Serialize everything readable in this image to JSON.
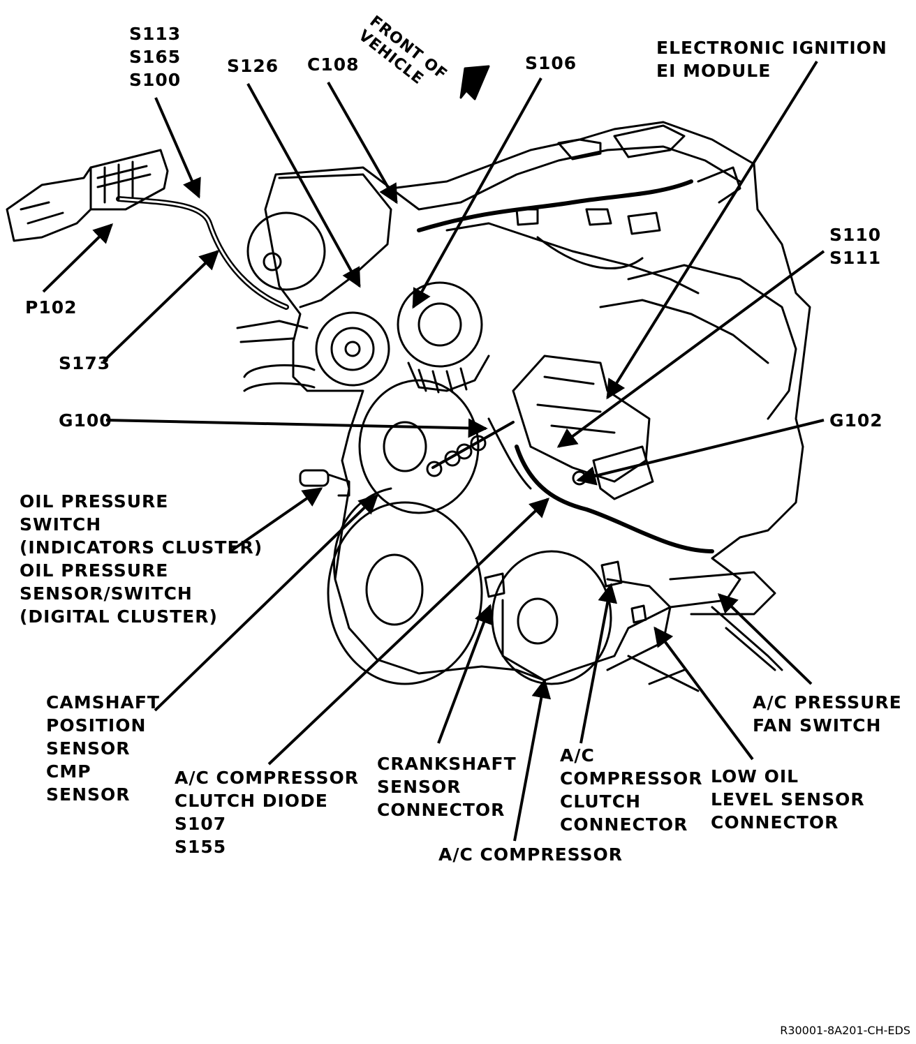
{
  "front_of_vehicle": [
    "FRONT OF",
    "VEHICLE"
  ],
  "labels": {
    "s113_s165_s100": [
      "S113",
      "S165",
      "S100"
    ],
    "s126": [
      "S126"
    ],
    "c108": [
      "C108"
    ],
    "s106": [
      "S106"
    ],
    "electronic_ignition": [
      "ELECTRONIC IGNITION",
      "EI MODULE"
    ],
    "s110_s111": [
      "S110",
      "S111"
    ],
    "p102": [
      "P102"
    ],
    "s173": [
      "S173"
    ],
    "g100": [
      "G100"
    ],
    "g102": [
      "G102"
    ],
    "oil_pressure": [
      "OIL PRESSURE",
      "SWITCH",
      "(INDICATORS CLUSTER)",
      "OIL PRESSURE",
      "SENSOR/SWITCH",
      "(DIGITAL CLUSTER)"
    ],
    "camshaft": [
      "CAMSHAFT",
      "POSITION",
      "SENSOR",
      "CMP",
      "SENSOR"
    ],
    "ac_diode": [
      "A/C COMPRESSOR",
      "CLUTCH DIODE",
      "S107",
      "S155"
    ],
    "crankshaft": [
      "CRANKSHAFT",
      "SENSOR",
      "CONNECTOR"
    ],
    "ac_clutch_connector": [
      "A/C",
      "COMPRESSOR",
      "CLUTCH",
      "CONNECTOR"
    ],
    "low_oil": [
      "LOW OIL",
      "LEVEL SENSOR",
      "CONNECTOR"
    ],
    "ac_pressure_fan": [
      "A/C PRESSURE",
      "FAN SWITCH"
    ],
    "ac_compressor": [
      "A/C COMPRESSOR"
    ]
  },
  "drawing_code": "R30001-8A201-CH-EDS"
}
